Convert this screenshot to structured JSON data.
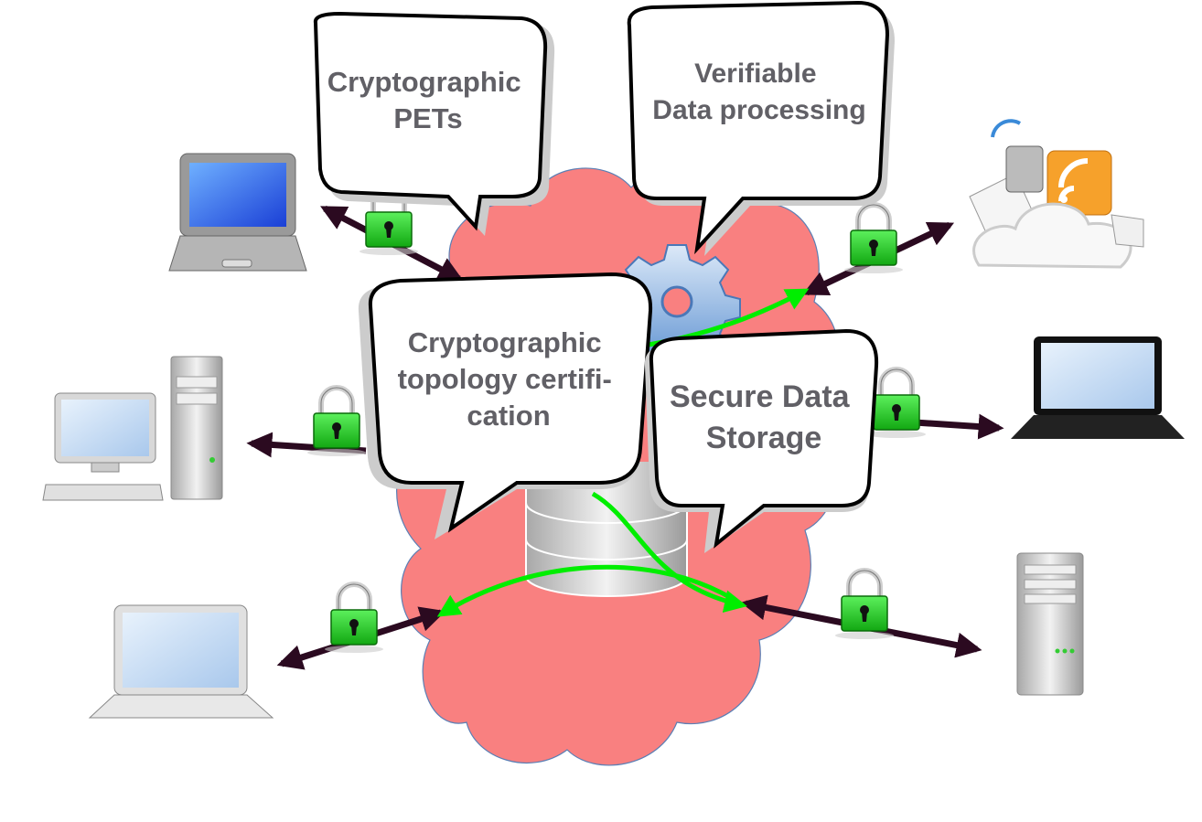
{
  "bubbles": {
    "pets": {
      "line1": "Cryptographic",
      "line2": "PETs"
    },
    "verifiable": {
      "line1": "Verifiable",
      "line2": "Data processing"
    },
    "topology": {
      "line1": "Cryptographic",
      "line2": "topology certifi-",
      "line3": "cation"
    },
    "storage": {
      "line1": "Secure Data",
      "line2": "Storage"
    }
  },
  "colors": {
    "cloud": "#f98080",
    "lock": "#22cc22",
    "link": "#2b0a20",
    "flow": "#00ee00",
    "bubble_text": "#616066"
  }
}
